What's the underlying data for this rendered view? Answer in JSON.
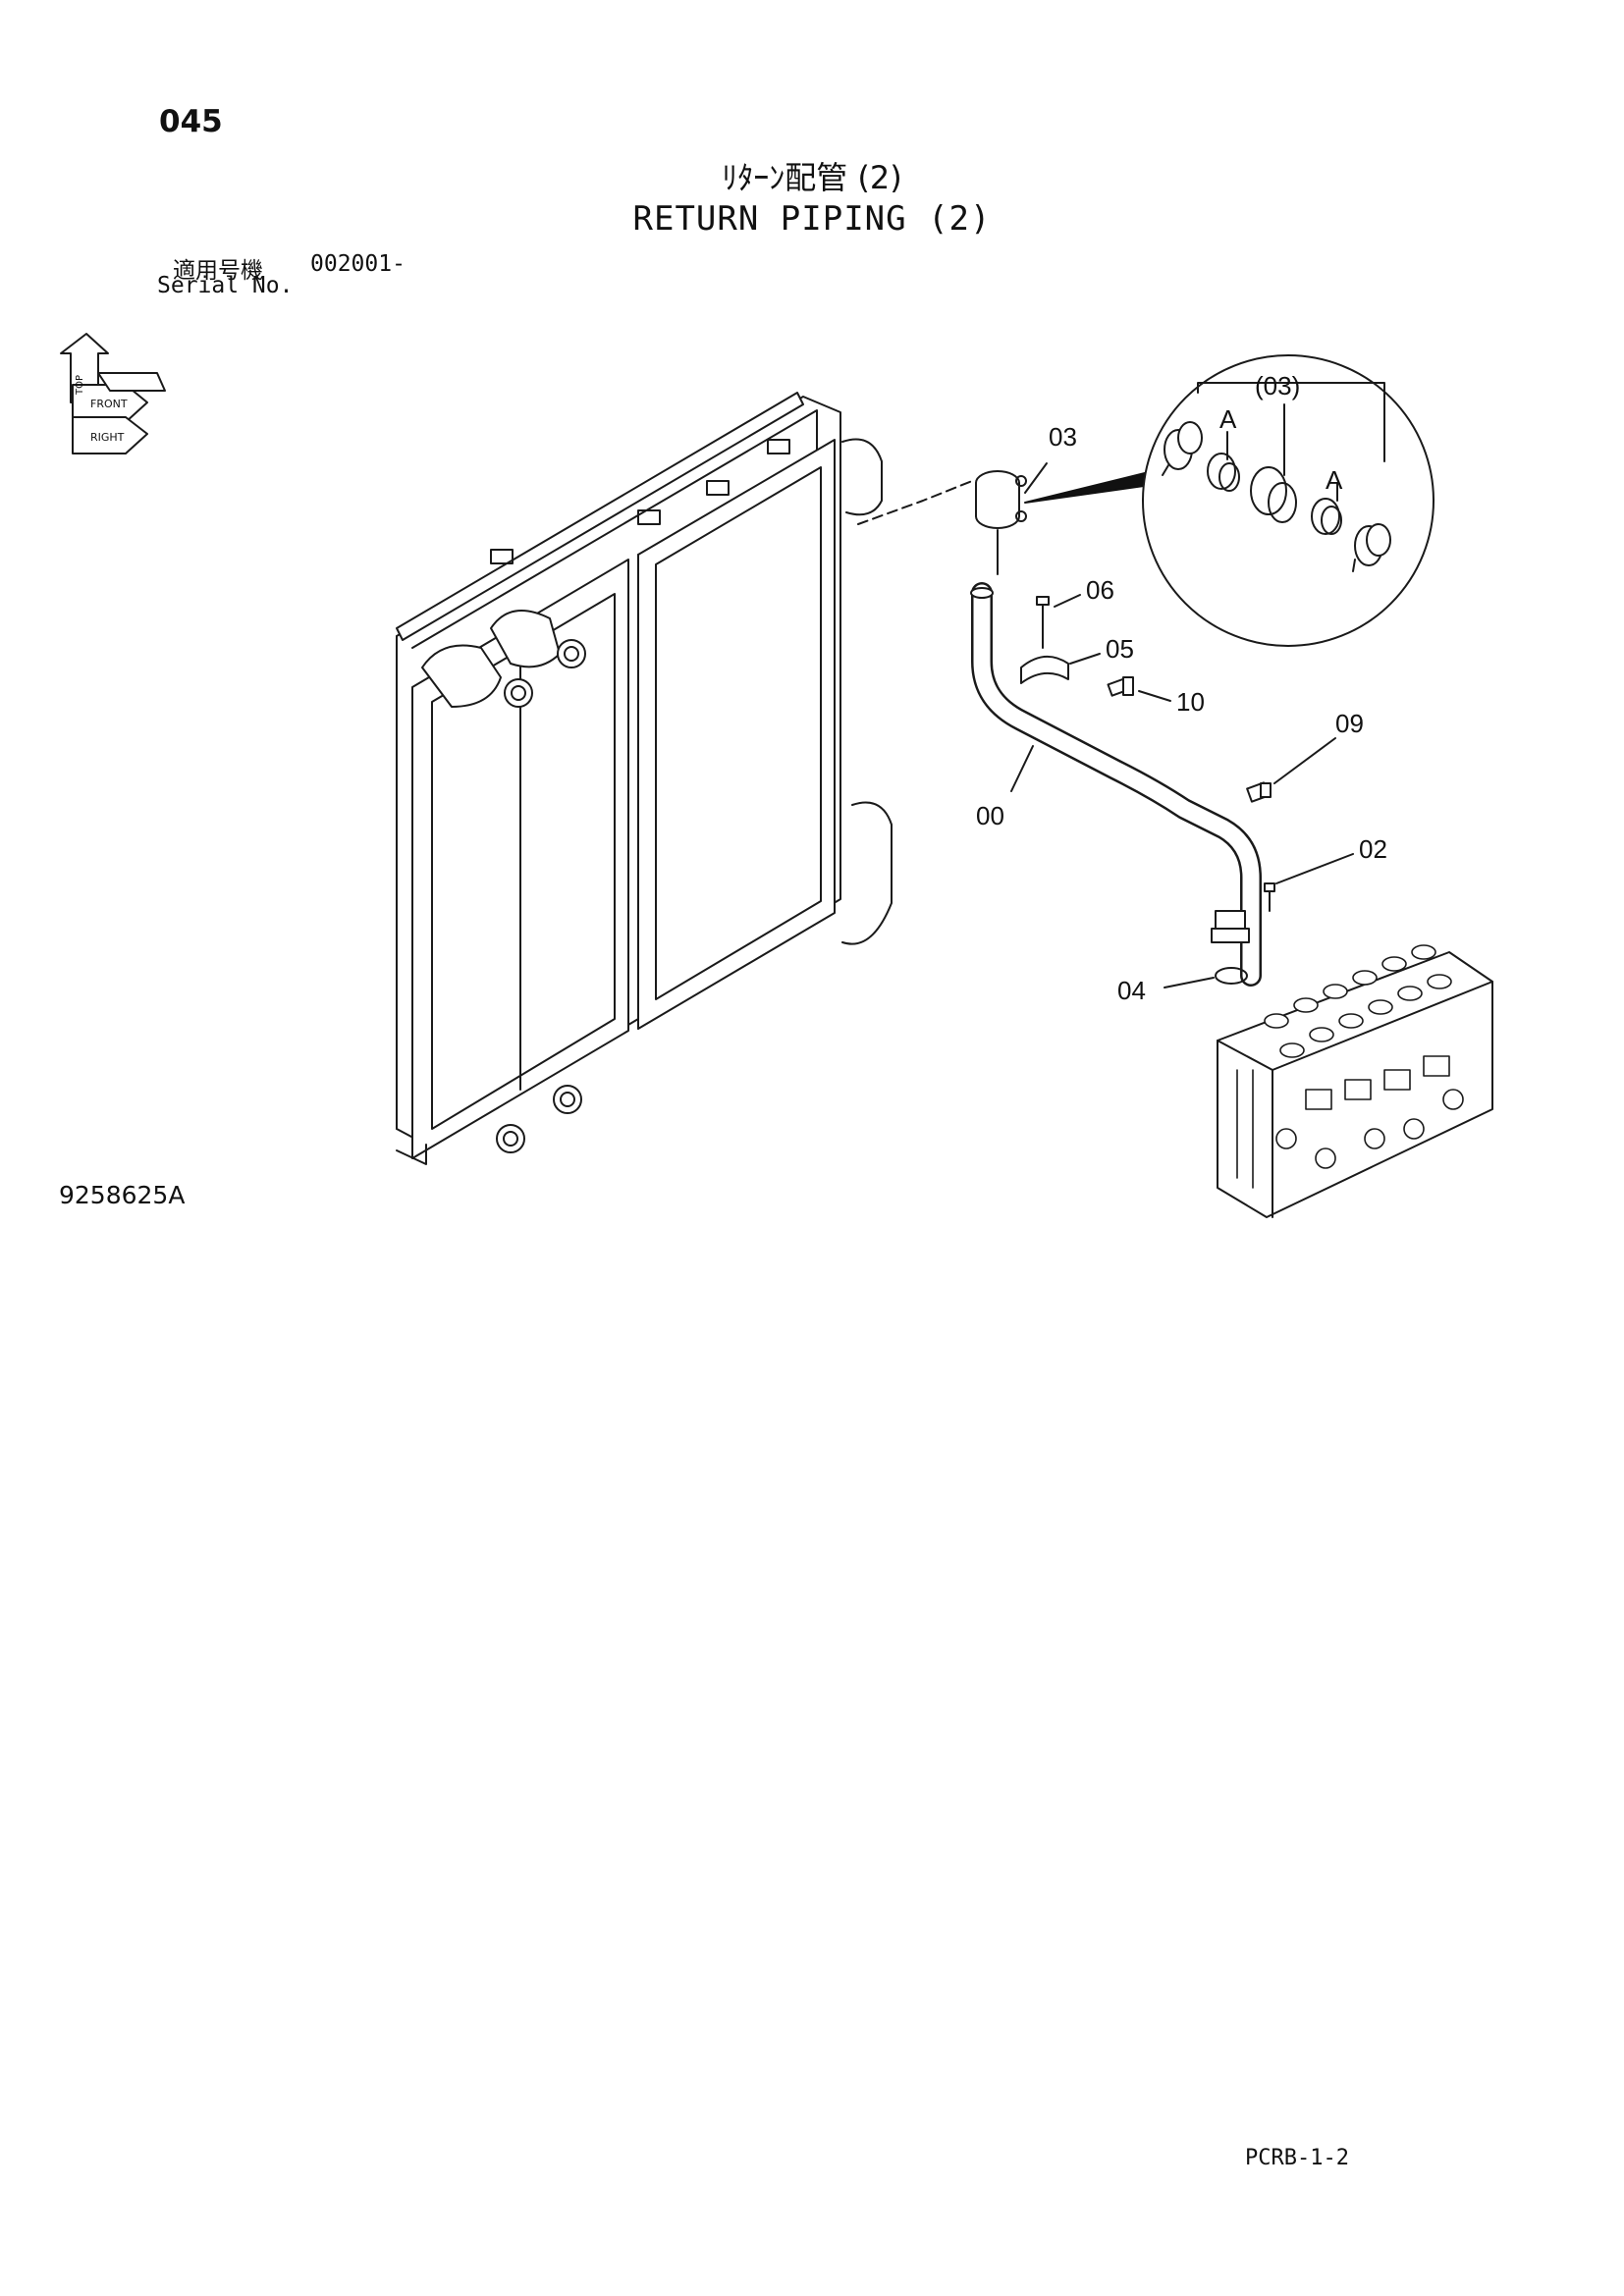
{
  "header": {
    "page_number": "045",
    "title_jp": "ﾘﾀｰﾝ配管 (2)",
    "title_en": "RETURN PIPING (2)",
    "serial_label_jp": "適用号機",
    "serial_value": "002001-",
    "serial_label_en": "Serial No."
  },
  "diagram": {
    "callouts": {
      "c03": "03",
      "c03_detail": "(03)",
      "cA1": "A",
      "cA2": "A",
      "c06": "06",
      "c05": "05",
      "c10": "10",
      "c09": "09",
      "c00": "00",
      "c02": "02",
      "c04": "04"
    },
    "orientation_badge_labels": [
      "TOP",
      "FRONT",
      "RIGHT"
    ]
  },
  "footer": {
    "drawing_number": "9258625A",
    "page_code": "PCRB-1-2"
  }
}
